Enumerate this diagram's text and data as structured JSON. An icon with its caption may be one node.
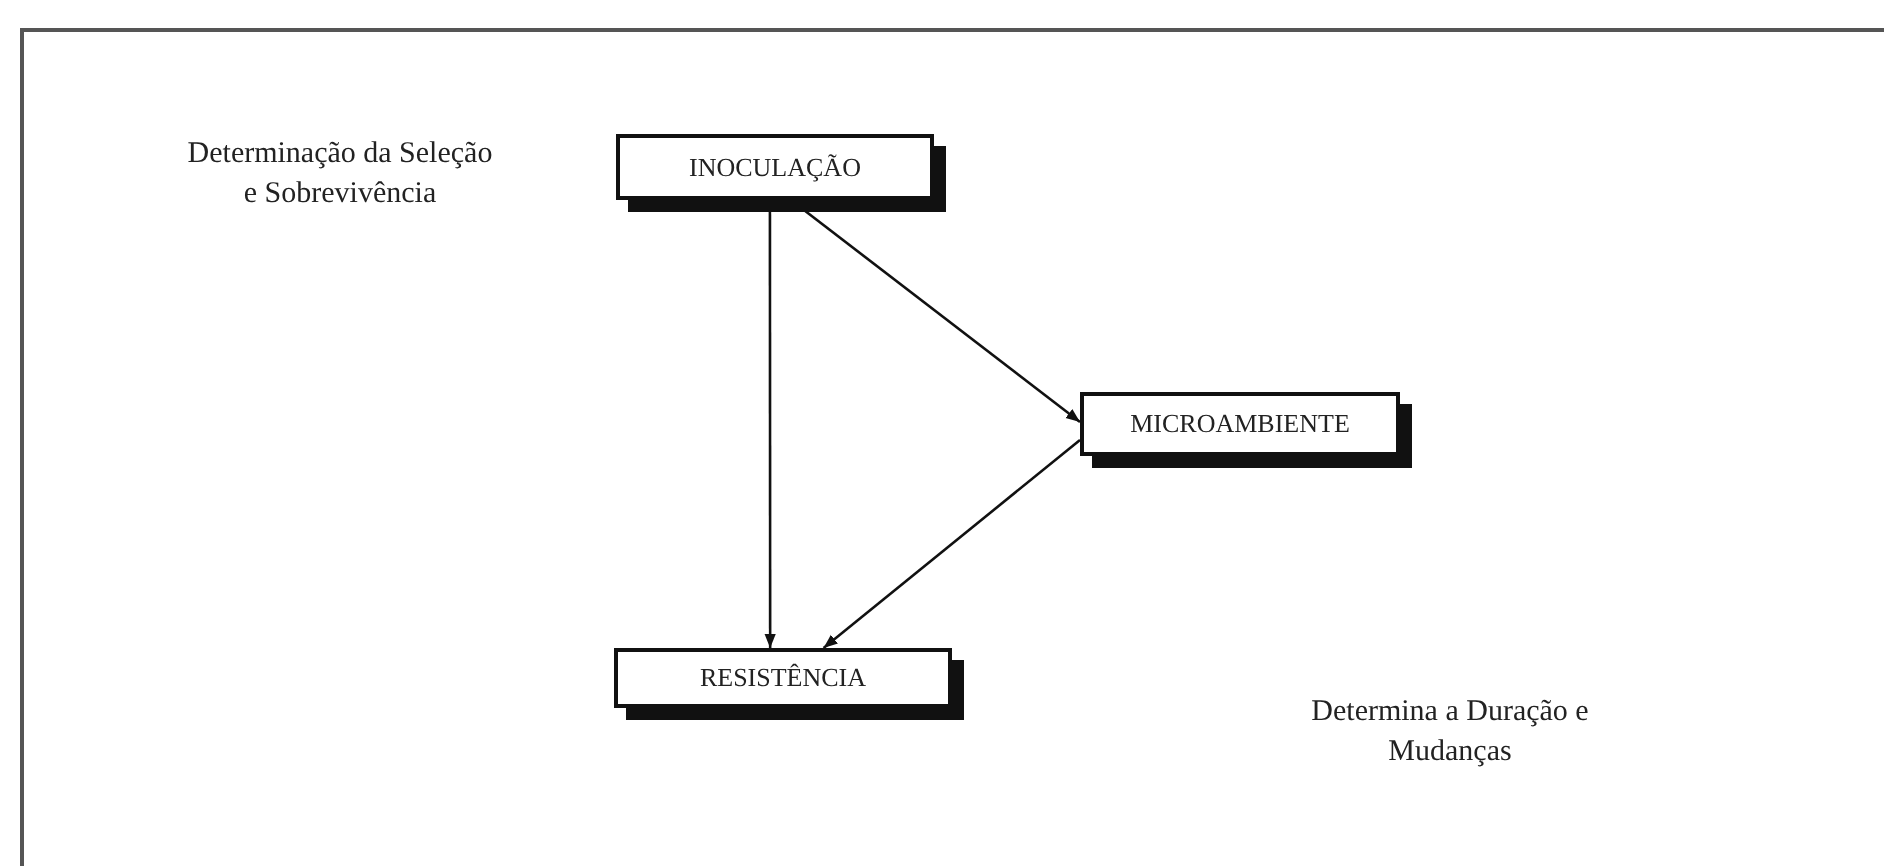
{
  "diagram": {
    "nodes": [
      {
        "text": [
          "INOCULAÇÃO"
        ]
      },
      {
        "text": [
          "MICROAMBIENTE"
        ]
      },
      {
        "text": [
          "RESISTÊNCIA"
        ]
      }
    ],
    "edges": [
      {
        "from": 0,
        "to": 2,
        "arrow": "to"
      },
      {
        "from": 0,
        "to": 1,
        "arrow": "to"
      },
      {
        "from": 1,
        "to": 2,
        "arrow": "to"
      }
    ],
    "labels": [
      "Determinação da Seleção e Sobrevivência",
      "Determina a Duração e Mudanças"
    ]
  }
}
